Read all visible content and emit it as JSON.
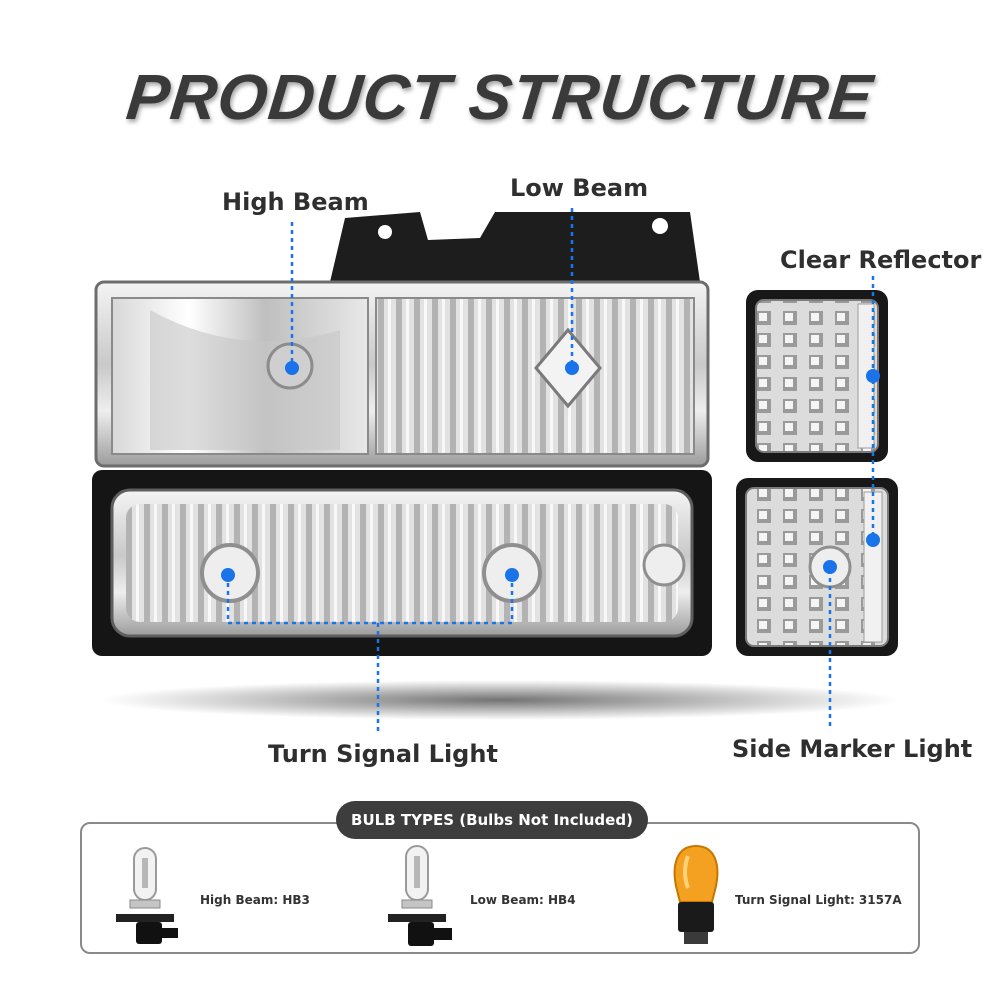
{
  "title": "PRODUCT STRUCTURE",
  "callouts": {
    "high_beam": "High Beam",
    "low_beam": "Low Beam",
    "clear_reflector": "Clear Reflector",
    "turn_signal": "Turn Signal Light",
    "side_marker": "Side Marker Light"
  },
  "bulb_panel": {
    "heading": "BULB TYPES (Bulbs Not Included)",
    "items": [
      {
        "label": "High Beam: HB3",
        "icon": "halogen-bulb-hb3-icon"
      },
      {
        "label": "Low Beam: HB4",
        "icon": "halogen-bulb-hb4-icon"
      },
      {
        "label": "Turn Signal Light: 3157A",
        "icon": "amber-bulb-3157a-icon"
      }
    ]
  },
  "colors": {
    "callout_dot": "#1a73e8",
    "title": "#3a3a3a",
    "panel_head_bg": "#3d3d3d"
  }
}
